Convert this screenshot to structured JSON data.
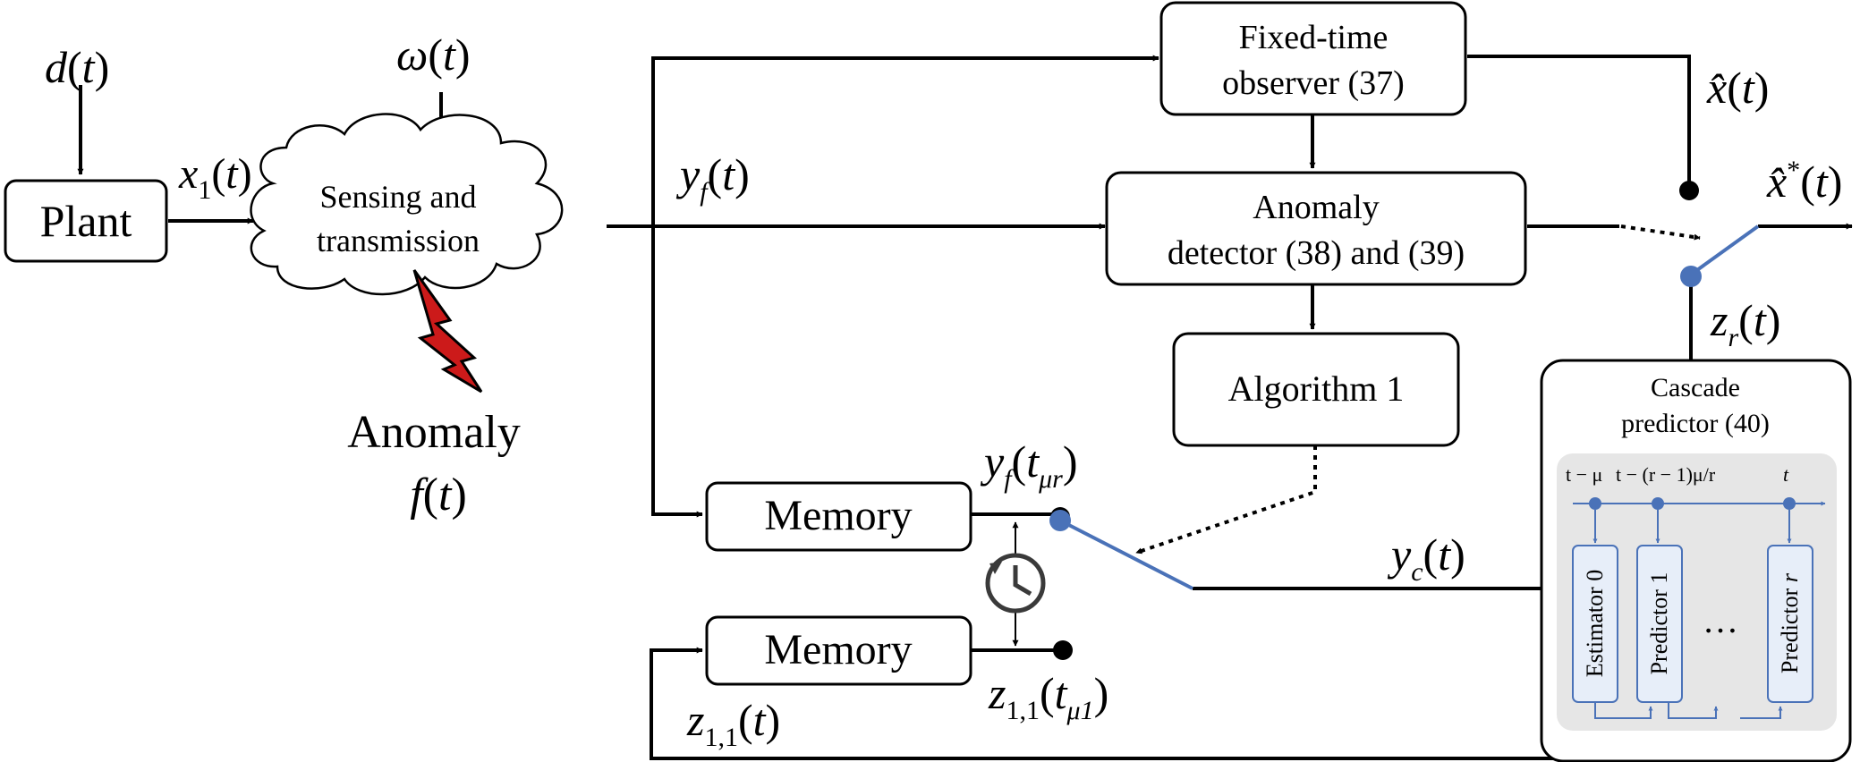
{
  "nodes": {
    "plant": "Plant",
    "cloud_line1": "Sensing and",
    "cloud_line2": "transmission",
    "observer_line1": "Fixed-time",
    "observer_line2": "observer (37)",
    "detector_line1": "Anomaly",
    "detector_line2": "detector (38) and (39)",
    "algorithm": "Algorithm 1",
    "memory1": "Memory",
    "memory2": "Memory",
    "cascade_line1": "Cascade",
    "cascade_line2": "predictor (40)",
    "estimator0": "Estimator 0",
    "predictor1": "Predictor 1",
    "ellipsis": "…",
    "predictor_r_prefix": "Predictor ",
    "predictor_r_var": "r"
  },
  "labels": {
    "d_var": "d",
    "paren_open": "(",
    "t": "t",
    "paren_close": ")",
    "x_var": "x",
    "x1_sub": "1",
    "omega_var": "ω",
    "y_var": "y",
    "f_sub": "f",
    "c_sub": "c",
    "xhat_var": "x̂",
    "star": "*",
    "z_var": "z",
    "r_sub": "r",
    "z11_sub": "1,1",
    "mu_r": "μr",
    "mu_1": "μ1",
    "anomaly_word": "Anomaly",
    "f_var": "f"
  },
  "timeline": {
    "tick1": "t − μ",
    "tick2": "t − (r − 1)μ/r",
    "tick3": "t"
  },
  "icons": {
    "clock": "clock-icon",
    "lightning": "lightning-bolt-icon"
  },
  "colors": {
    "accent": "#4a72b8",
    "anomaly": "#cc1a1a",
    "panel": "#e6e6e6"
  }
}
